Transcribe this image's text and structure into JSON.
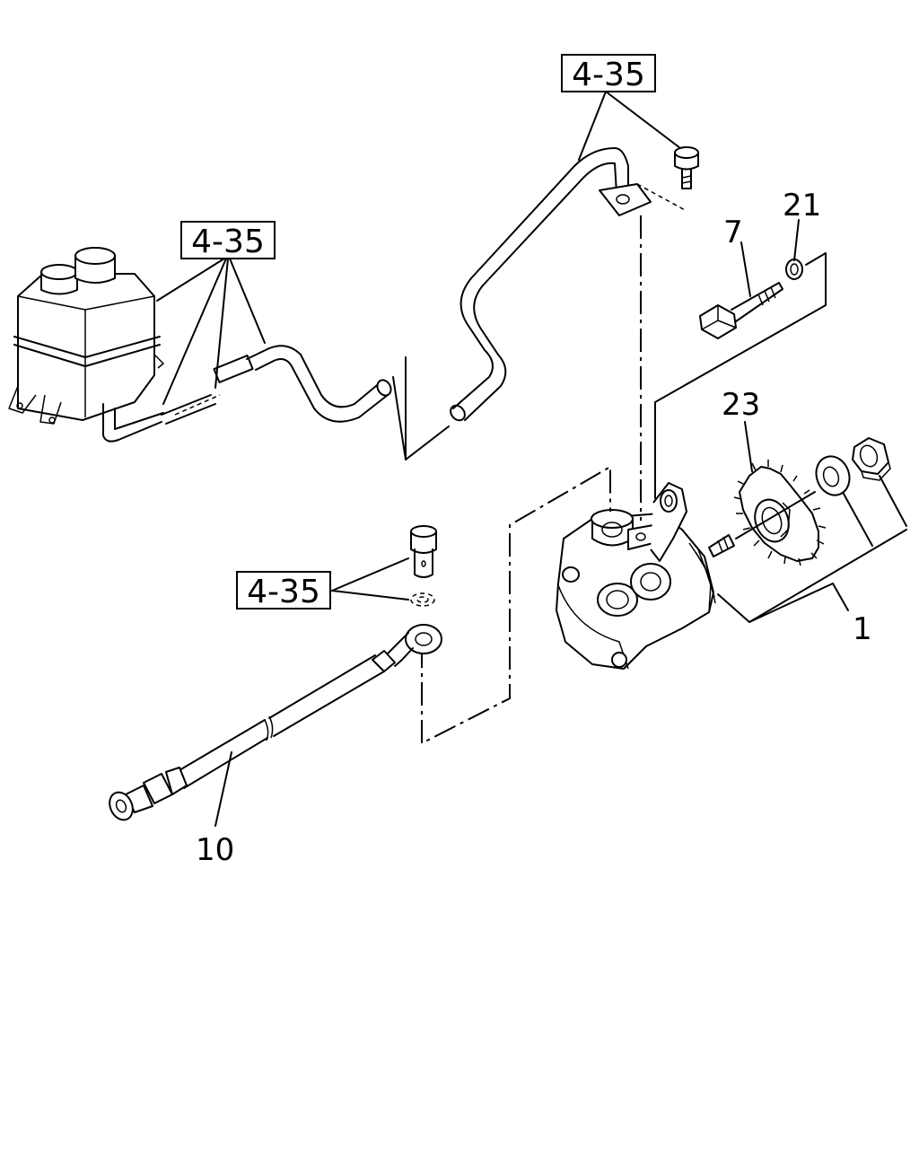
{
  "diagram": {
    "reference_labels": {
      "top": "4-35",
      "left": "4-35",
      "lower": "4-35"
    },
    "part_numbers": {
      "pump_assembly": "1",
      "bolt": "7",
      "hose": "10",
      "washer": "21",
      "gear": "23"
    }
  }
}
